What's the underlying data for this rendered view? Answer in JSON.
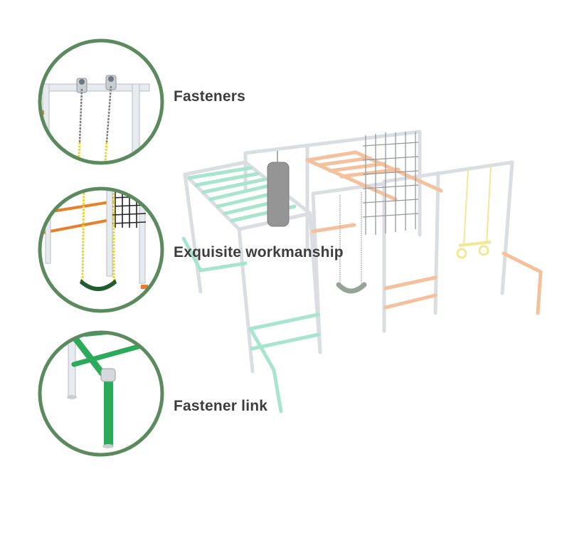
{
  "features": [
    {
      "label": "Fasteners",
      "detail": "swing-top-fasteners"
    },
    {
      "label": "Exquisite workmanship",
      "detail": "swing-seat-closeup"
    },
    {
      "label": "Fastener link",
      "detail": "green-frame-joint"
    }
  ],
  "colors": {
    "circle_border": "#5b8a5c",
    "frame_white": "#e9ecef",
    "frame_outline": "#c4c9ce",
    "mint_bars": "#8fdcc0",
    "orange_bars": "#f2b487",
    "green_bars": "#2bab5a",
    "orange_strong": "#e87f2b",
    "yellow_chain": "#e8d43a",
    "swing_seat": "#1f5c2e",
    "punching_bag": "#8e8e8e",
    "label_text": "#3d3d3d"
  }
}
